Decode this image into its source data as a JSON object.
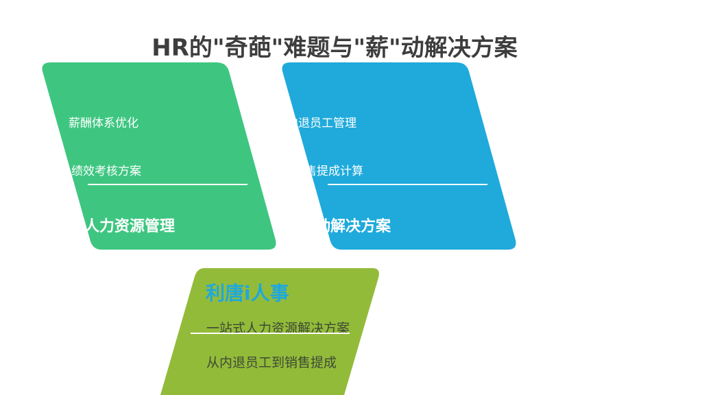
{
  "slide": {
    "title": "HR的\"奇葩\"难题与\"薪\"动解决方案"
  },
  "cards": {
    "green": {
      "item_1": "薪酬体系优化",
      "item_2": "绩效考核方案",
      "heading": "人力资源管理",
      "color": "#3ec681"
    },
    "blue": {
      "item_1": "内退员工管理",
      "item_2": "销售提成计算",
      "heading": "薪动解决方案",
      "color": "#1faadb"
    },
    "olive": {
      "brand": "利唐i人事",
      "line_1": "一站式人力资源解决方案",
      "line_2": "从内退员工到销售提成",
      "color": "#93bb3a"
    }
  },
  "colors": {
    "title": "#3d3d3d",
    "brand_text": "#1fa8dc",
    "card_text_dark": "#3d4a35"
  }
}
